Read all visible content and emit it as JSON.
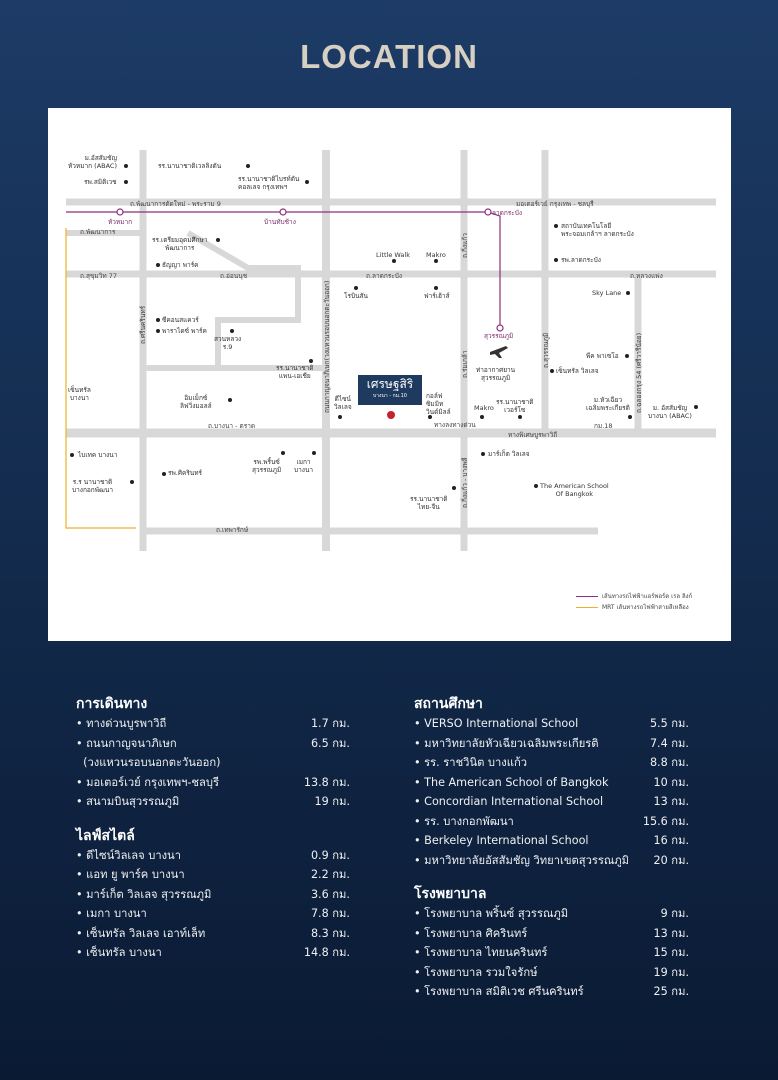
{
  "title": "LOCATION",
  "map": {
    "project": {
      "name": "เศรษฐสิริ",
      "sub": "บางนา - กม.10"
    },
    "roads": {
      "phatthanakan_rama9": "ถ.พัฒนาการตัดใหม่ - พระราม 9",
      "motorway": "มอเตอร์เวย์ กรุงเทพ - ชลบุรี",
      "phatthanakan": "ถ.พัฒนาการ",
      "sukhumvit77": "ถ.สุขุมวิท 77",
      "onnut": "ถ.อ่อนนุช",
      "latkrabang": "ถ.ลาดกระบัง",
      "luangphaeng": "ถ.หลวงแพ่ง",
      "bangna_trad": "ถ.บางนา - ตราด",
      "burapha": "ทางพิเศษบูรพาวิถี",
      "km18": "กม.18",
      "thepharak": "ถ.เทพารักษ์",
      "kanchana": "ถนนกาญจนาภิเษก(วงแหวนรอบนอกตะวันออก)",
      "srinakarin": "ถ.ศรีนครินทร์",
      "kingkaew": "ถ.กิ่งแก้ว",
      "kingkaew2": "ถ.กิ่งแก้ว - บางพลี",
      "romklao": "ถ.ร่มเกล้า",
      "suvarnabhumi_rd": "ถ.สุวรรณภูมิ",
      "chalongkrung": "ถ.ฉลองกรุง 54 (ศรีวารีน้อย)",
      "entrance": "ทางลงทางด่วน"
    },
    "stations": {
      "huamak": "หัวหมาก",
      "banthapchang": "บ้านทับช้าง",
      "latkrabang": "ลาดกระบัง",
      "suvarnabhumi": "สุวรรณภูมิ"
    },
    "places": {
      "abac": "ม.อัสสัมชัญ\nหัวหมาก (ABAC)",
      "samitivej": "รพ.สมิติเวช",
      "rama9hosp": "รร.นานาชาติเวลลิงตัน",
      "bangkokpattana": "รร.นานาชาติไบรท์ตัน\nคอลเลจ กรุงเทพฯ",
      "prepschool": "รร.เตรียมอุดมศึกษา\nพัฒนาการ",
      "thanya": "ธัญญา พาร์ค",
      "seacon": "ซีคอนสแควร์",
      "paradise": "พาราไดซ์ พาร์ค",
      "suanluang": "สวนหลวง\nร.9",
      "intl_harrow": "รร.นานาชาติ\nแพน-เอเชีย",
      "littlewalk": "Little Walk",
      "makro1": "Makro",
      "robinson": "โรบินสัน",
      "homepro": "ฟาร์เฮ้าส์",
      "kmitl": "สถาบันเทคโนโลยี\nพระจอมเกล้าฯ ลาดกระบัง",
      "latkrabanghosp": "รพ.ลาดกระบัง",
      "skylane": "Sky Lane",
      "airport": "ท่าอากาศยาน\nสุวรรณภูมิ",
      "paseo": "พีค พาเซโอ",
      "central_village": "เซ็นทรัล วิลเลจ",
      "central_bangna": "เซ็นทรัล\nบางนา",
      "mega": "เมกา\nบางนา",
      "aeon": "อิมเม็กซ์\nลิฟวิ่งมอลล์",
      "design": "ดีไซน์\nวิลเลจ",
      "golf": "กอล์ฟ\nซิมมิท\nวินด์มิลล์",
      "makro2": "Makro",
      "nistoc": "รร.นานาชาติ\nเวอร์โซ",
      "huachiew": "ม.หัวเฉียว\nเฉลิมพระเกียรติ",
      "abac2": "ม. อัสสัมชัญ\nบางนา (ABAC)",
      "bigc": "ไบเทค บางนา",
      "bangkokpattana2": "ร.ร นานาชาติ\nบางกอกพัฒนา",
      "sikarin": "รพ.ศิครินทร์",
      "princ": "รพ.พริ้นซ์\nสุวรรณภูมิ",
      "mega2": "เมกา\nบางนา",
      "market": "มาร์เก็ต วิลเลจ",
      "american": "The American School\nOf Bangkok",
      "thaichin": "รร.นานาชาติ\nไทย-จีน"
    },
    "legend": [
      {
        "label": "เส้นทางรถไฟฟ้าแอร์พอร์ต เรล ลิงก์",
        "color": "#8b2f7a"
      },
      {
        "label": "MRT เส้นทางรถไฟฟ้าสายสีเหลือง",
        "color": "#e8b22a"
      }
    ]
  },
  "sections": {
    "transport": {
      "title": "การเดินทาง",
      "items": [
        {
          "name": "• ทางด่วนบูรพาวิถี",
          "dist": "1.7 กม."
        },
        {
          "name": "• ถนนกาญจนาภิเษก",
          "dist": "6.5 กม."
        },
        {
          "name": "  (วงแหวนรอบนอกตะวันออก)",
          "dist": ""
        },
        {
          "name": "• มอเตอร์เวย์ กรุงเทพฯ-ชลบุรี",
          "dist": "13.8 กม."
        },
        {
          "name": "• สนามบินสุวรรณภูมิ",
          "dist": "19 กม."
        }
      ]
    },
    "lifestyle": {
      "title": "ไลฟ์สไตล์",
      "items": [
        {
          "name": "• ดีไซน์วิลเลจ บางนา",
          "dist": "0.9 กม."
        },
        {
          "name": "• แอท ยู พาร์ค บางนา",
          "dist": "2.2 กม."
        },
        {
          "name": "• มาร์เก็ต วิลเลจ สุวรรณภูมิ",
          "dist": "3.6 กม."
        },
        {
          "name": "• เมกา บางนา",
          "dist": "7.8 กม."
        },
        {
          "name": "• เซ็นทรัล วิลเลจ เอาท์เล็ท",
          "dist": "8.3 กม."
        },
        {
          "name": "• เซ็นทรัล บางนา",
          "dist": "14.8 กม."
        }
      ]
    },
    "education": {
      "title": "สถานศึกษา",
      "items": [
        {
          "name": "• VERSO International School",
          "dist": "5.5 กม."
        },
        {
          "name": "• มหาวิทยาลัยหัวเฉียวเฉลิมพระเกียรติ",
          "dist": "7.4 กม."
        },
        {
          "name": "• รร. ราชวินิต บางแก้ว",
          "dist": "8.8 กม."
        },
        {
          "name": "• The American School of Bangkok",
          "dist": "10 กม."
        },
        {
          "name": "• Concordian International School",
          "dist": "13 กม."
        },
        {
          "name": "• รร. บางกอกพัฒนา",
          "dist": "15.6 กม."
        },
        {
          "name": "• Berkeley International School",
          "dist": "16 กม."
        },
        {
          "name": "• มหาวิทยาลัยอัสสัมชัญ วิทยาเขตสุวรรณภูมิ",
          "dist": "20 กม."
        }
      ]
    },
    "hospital": {
      "title": "โรงพยาบาล",
      "items": [
        {
          "name": "• โรงพยาบาล พริ้นซ์ สุวรรณภูมิ",
          "dist": "9 กม."
        },
        {
          "name": "• โรงพยาบาล ศิครินทร์",
          "dist": "13 กม."
        },
        {
          "name": "• โรงพยาบาล ไทยนครินทร์",
          "dist": "15 กม."
        },
        {
          "name": "• โรงพยาบาล รวมใจรักษ์",
          "dist": "19 กม."
        },
        {
          "name": "• โรงพยาบาล สมิติเวช ศรีนครินทร์",
          "dist": "25 กม."
        }
      ]
    }
  }
}
